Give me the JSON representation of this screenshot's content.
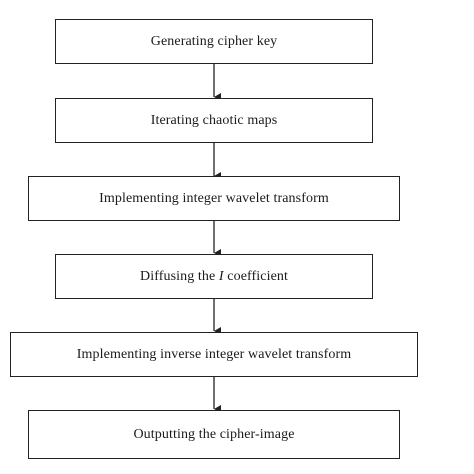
{
  "steps": [
    {
      "id": "generate-key",
      "text": "Generating cipher key"
    },
    {
      "id": "iterate-maps",
      "text": "Iterating chaotic maps"
    },
    {
      "id": "integer-wavelet",
      "text": "Implementing integer wavelet transform"
    },
    {
      "id": "diffuse",
      "prefix": "Diffusing the ",
      "italic": "I",
      "suffix": " coefficient"
    },
    {
      "id": "inverse-wavelet",
      "text": "Implementing inverse integer wavelet transform"
    },
    {
      "id": "output",
      "text": "Outputting the cipher-image"
    }
  ]
}
